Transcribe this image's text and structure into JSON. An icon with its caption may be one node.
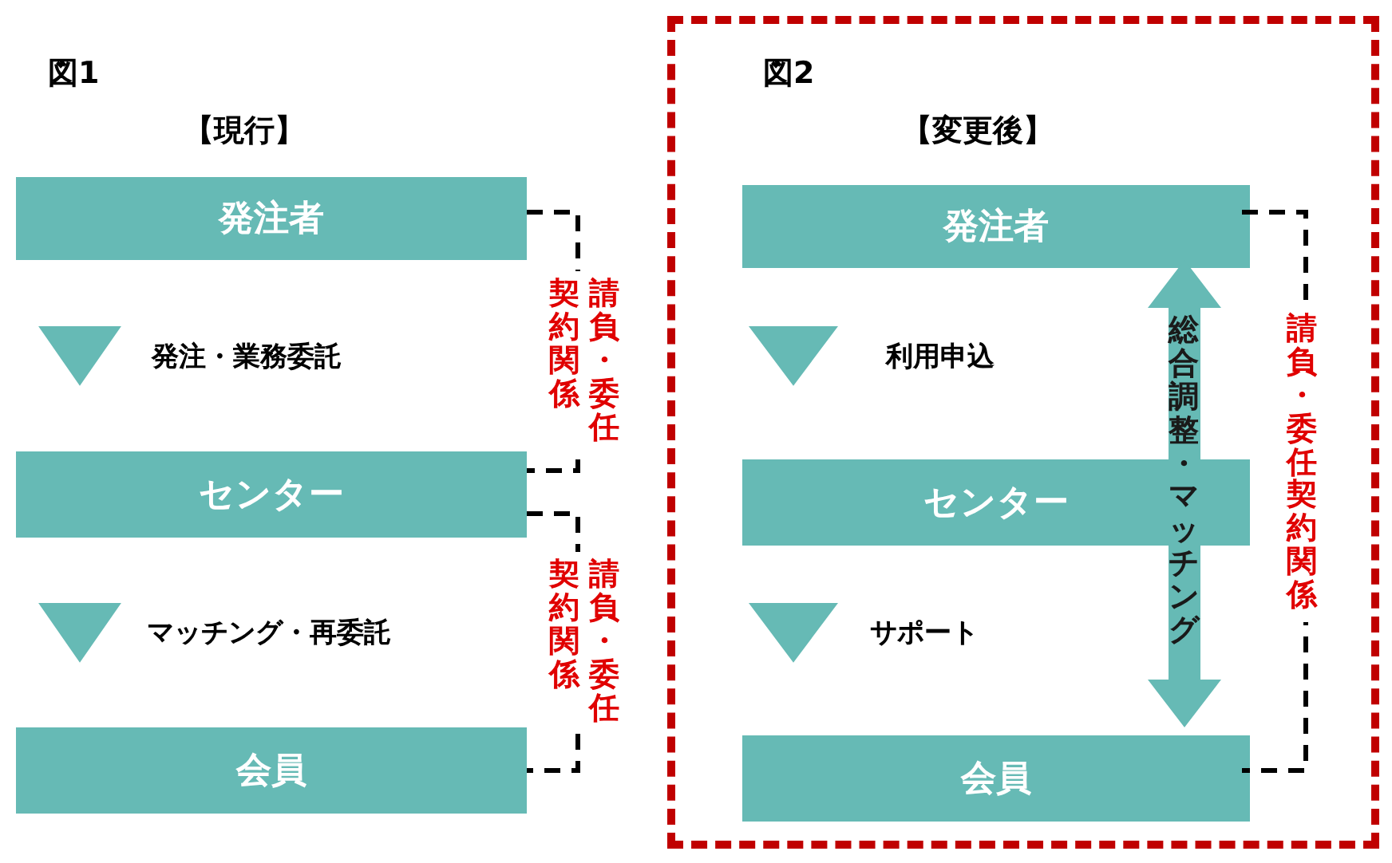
{
  "diagram": {
    "nodes": [
      {
        "text": [
          "発注者"
        ]
      },
      {
        "text": [
          "センター"
        ]
      },
      {
        "text": [
          "会員"
        ]
      },
      {
        "text": [
          "図2",
          "【変更後】"
        ]
      },
      {
        "text": [
          "発注者"
        ],
        "in": 3
      },
      {
        "text": [
          "センター"
        ],
        "in": 3
      },
      {
        "text": [
          "会員"
        ],
        "in": 3
      }
    ],
    "edges": [
      {
        "from": 0,
        "to": 1,
        "arrow": "to",
        "label": "発注・業務委託"
      },
      {
        "from": 0,
        "to": 1,
        "arrow": "none",
        "style": "dashed",
        "label": "請負・委任契約関係"
      },
      {
        "from": 1,
        "to": 2,
        "arrow": "to",
        "label": "マッチング・再委託"
      },
      {
        "from": 1,
        "to": 2,
        "arrow": "none",
        "style": "dashed",
        "label": "請負・委任契約関係"
      },
      {
        "from": 4,
        "to": 5,
        "arrow": "to",
        "label": "利用申込"
      },
      {
        "from": 4,
        "to": 6,
        "arrow": "both",
        "style": "thick",
        "color": "#66bab5",
        "label": "総合調整・マッチング"
      },
      {
        "from": 5,
        "to": 6,
        "arrow": "to",
        "label": "サポート"
      },
      {
        "from": 4,
        "to": 6,
        "arrow": "none",
        "style": "dashed",
        "label": "請負・委任契約関係"
      }
    ],
    "labels": [
      "図1",
      "【現行】"
    ]
  }
}
